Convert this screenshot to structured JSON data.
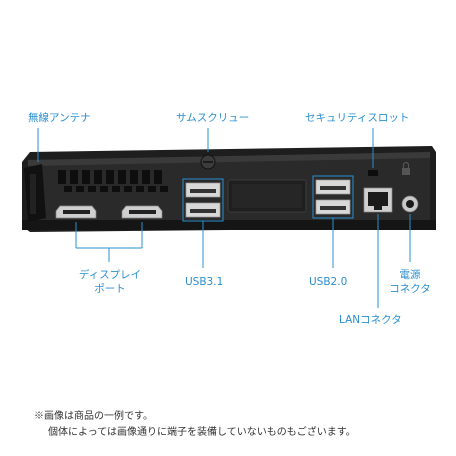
{
  "labels": {
    "antenna": "無線アンテナ",
    "thumbscrew": "サムスクリュー",
    "security_slot": "セキュリティスロット",
    "display_port_line1": "ディスプレイ",
    "display_port_line2": "ポート",
    "usb31": "USB3.1",
    "usb20": "USB2.0",
    "power_line1": "電源",
    "power_line2": "コネクタ",
    "lan": "LANコネクタ"
  },
  "footnote": {
    "line1": "※画像は商品の一例です。",
    "line2": "個体によっては画像通りに端子を装備していないものもございます。"
  },
  "colors": {
    "accent": "#2b8fd0",
    "device_body": "#232323",
    "device_panel": "#2e2e2e",
    "port_gray": "#d8d8d8"
  }
}
